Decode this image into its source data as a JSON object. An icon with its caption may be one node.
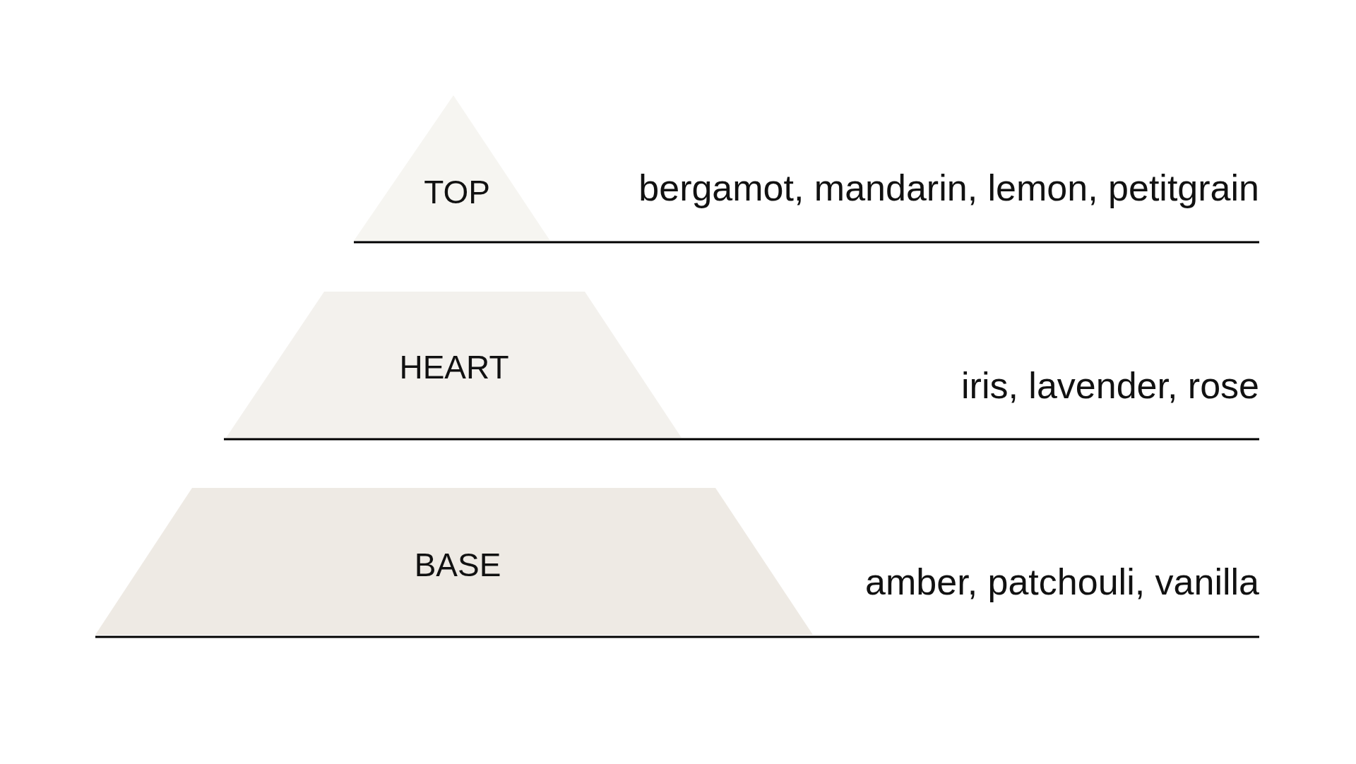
{
  "diagram": {
    "nodes": [
      {
        "text": [
          "TOP"
        ]
      },
      {
        "text": [
          "HEART"
        ]
      },
      {
        "text": [
          "BASE"
        ]
      }
    ],
    "labels": [
      "bergamot, mandarin, lemon, petitgrain",
      "iris, lavender, rose",
      "amber, patchouli, vanilla"
    ]
  }
}
